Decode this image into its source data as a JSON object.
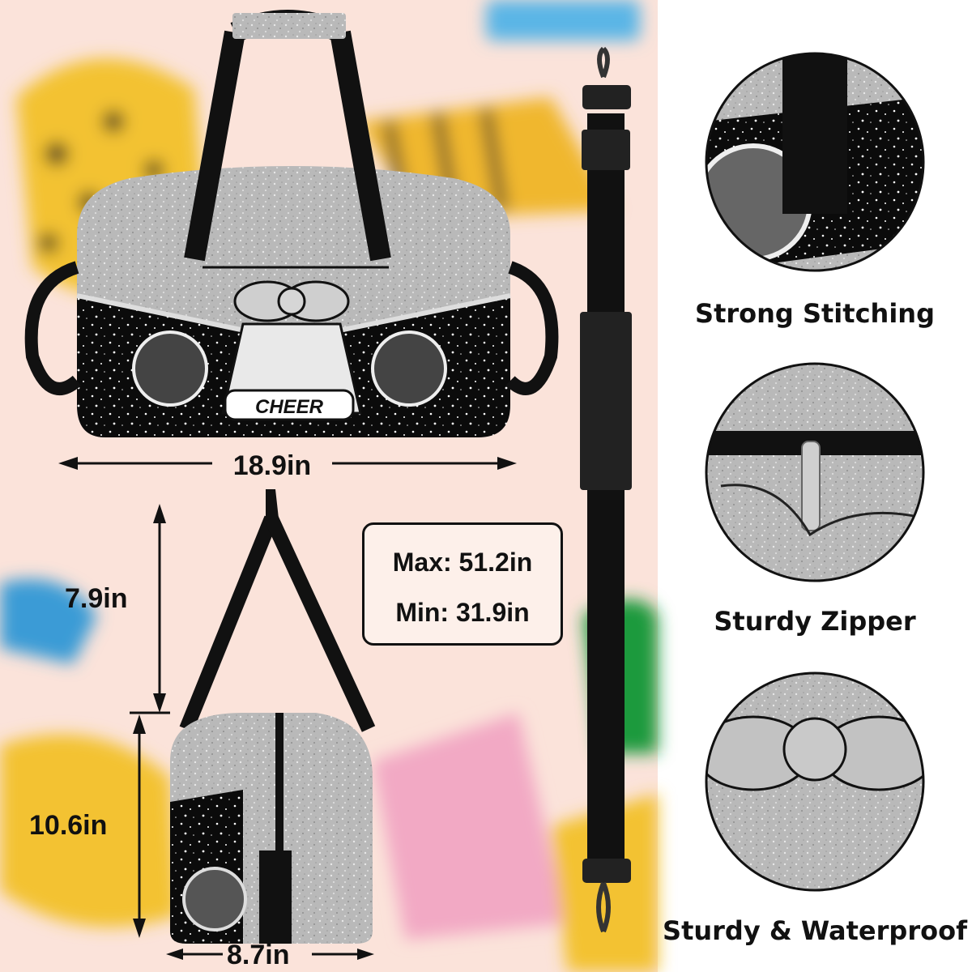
{
  "dimensions": {
    "width": "18.9in",
    "height": "7.9in",
    "depth": "10.6in",
    "side_width": "8.7in"
  },
  "strap": {
    "max": "Max: 51.2in",
    "min": "Min: 31.9in"
  },
  "brand_text": "CHEER",
  "features": [
    {
      "label": "Strong Stitching"
    },
    {
      "label": "Sturdy Zipper"
    },
    {
      "label": "Sturdy & Waterproof"
    }
  ],
  "colors": {
    "background_left": "#fbe3da",
    "background_right": "#ffffff",
    "glitter": "#b8b8b8",
    "strap": "#111111"
  }
}
